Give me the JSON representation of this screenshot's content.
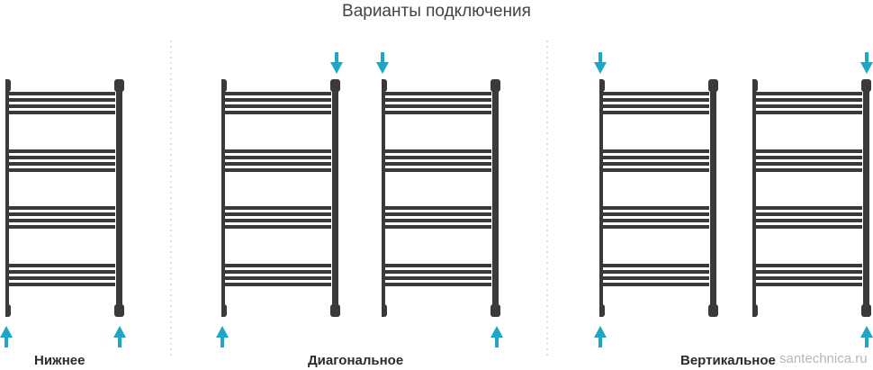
{
  "title": "Варианты подключения",
  "variants": [
    {
      "label": "Нижнее"
    },
    {
      "label": "Диагональное"
    },
    {
      "label": "Вертикальное"
    }
  ],
  "watermark": "santechnica.ru",
  "colors": {
    "frame": "#3a3a3a",
    "arrow": "#1ea6c6",
    "divider": "#d6d6d6",
    "text": "#2b2b2b",
    "title": "#444444"
  }
}
